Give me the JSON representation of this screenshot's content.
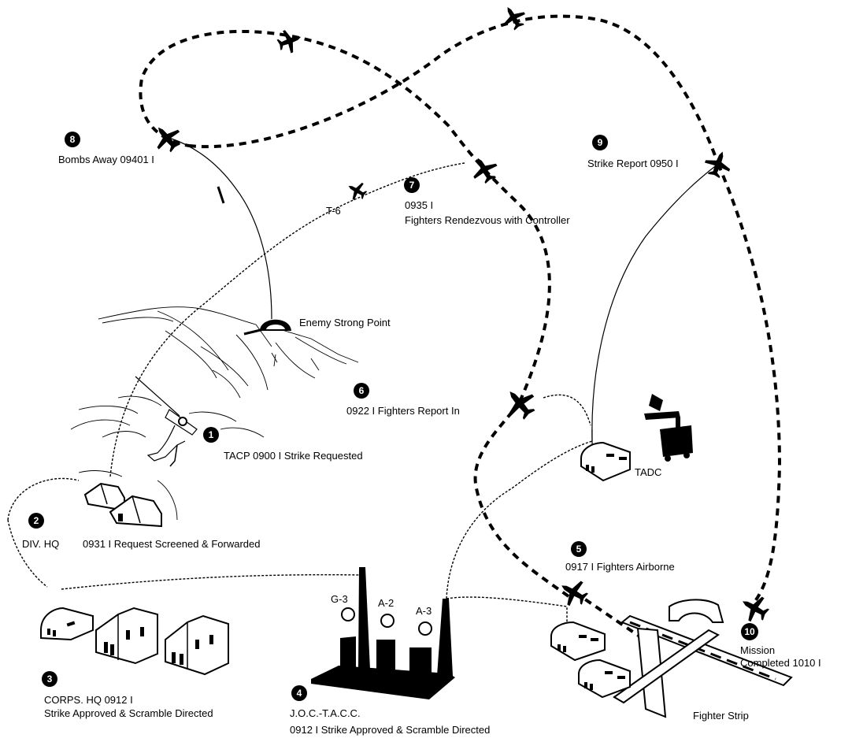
{
  "steps": [
    {
      "number": "1",
      "text": "TACP 0900 I Strike Requested"
    },
    {
      "number": "2",
      "text_a": "DIV. HQ",
      "text_b": "0931 I Request Screened & Forwarded"
    },
    {
      "number": "3",
      "line1": "CORPS. HQ 0912 I",
      "line2": "Strike Approved & Scramble Directed"
    },
    {
      "number": "4",
      "line1": "J.O.C.-T.A.C.C.",
      "line2": "0912 I Strike Approved & Scramble Directed"
    },
    {
      "number": "5",
      "text": "0917 I Fighters Airborne"
    },
    {
      "number": "6",
      "text": "0922 I Fighters Report In"
    },
    {
      "number": "7",
      "line1": "0935 I",
      "line2": "Fighters Rendezvous with Controller"
    },
    {
      "number": "8",
      "text": "Bombs Away 09401 I"
    },
    {
      "number": "9",
      "text": "Strike Report 0950 I"
    },
    {
      "number": "10",
      "line1": "Mission",
      "line2": "Completed 1010 I"
    }
  ],
  "labels": {
    "enemy": "Enemy Strong Point",
    "t6": "T-6",
    "tadc": "TADC",
    "fighter_strip": "Fighter Strip",
    "g3": "G-3",
    "a2": "A-2",
    "a3": "A-3"
  }
}
